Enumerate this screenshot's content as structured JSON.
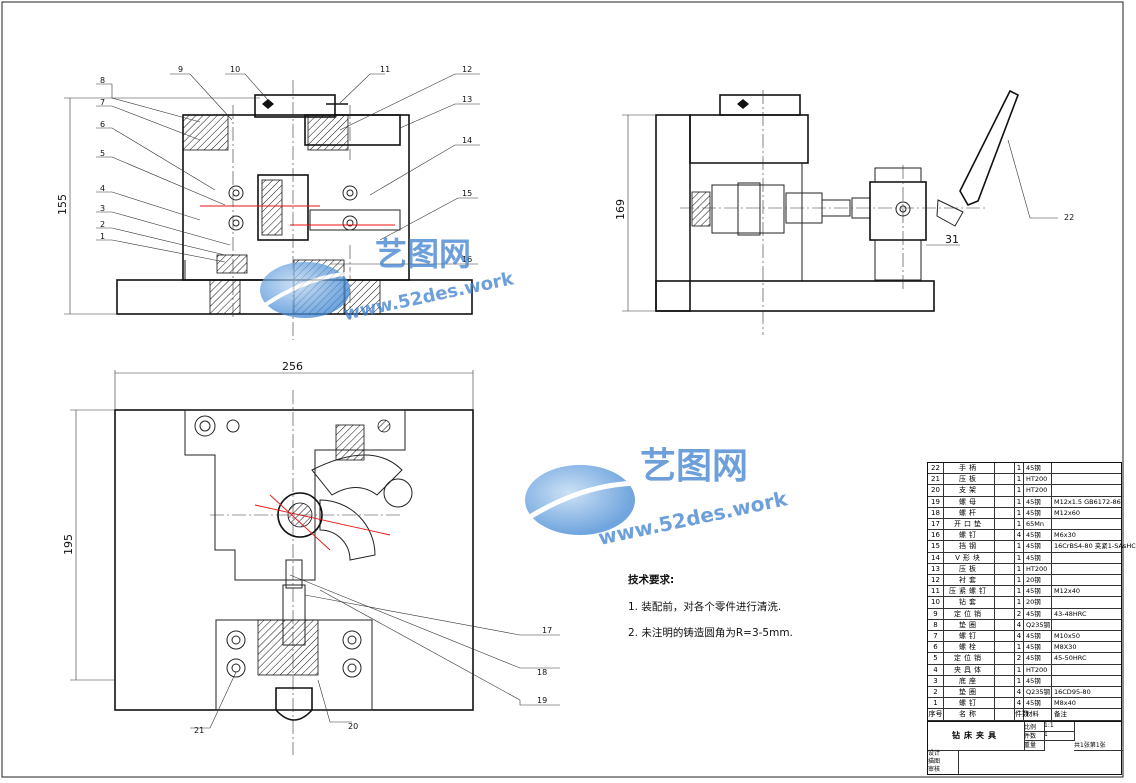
{
  "watermark": {
    "brand": "艺图网",
    "url": "www.52des.work"
  },
  "dimensions": {
    "front_height": "155",
    "side_height": "169",
    "side_offset": "31",
    "plan_width": "256",
    "plan_height": "195"
  },
  "balloons": {
    "front": [
      "1",
      "2",
      "3",
      "4",
      "5",
      "6",
      "7",
      "8",
      "9",
      "10",
      "11",
      "12",
      "13",
      "14",
      "15",
      "16"
    ],
    "side": [
      "22"
    ],
    "plan": [
      "17",
      "18",
      "19",
      "20",
      "21"
    ]
  },
  "notes": {
    "heading": "技术要求:",
    "items": [
      "1. 装配前，对各个零件进行清洗.",
      "2. 未注明的铸造圆角为R=3-5mm."
    ]
  },
  "parts_list": {
    "rows": [
      {
        "no": "22",
        "name": "手柄",
        "qty": "1",
        "material": "45钢",
        "remark": ""
      },
      {
        "no": "21",
        "name": "压板",
        "qty": "1",
        "material": "HT200",
        "remark": ""
      },
      {
        "no": "20",
        "name": "支架",
        "qty": "1",
        "material": "HT200",
        "remark": ""
      },
      {
        "no": "19",
        "name": "螺母",
        "qty": "1",
        "material": "45钢",
        "remark": "M12x1.5 GB6172-86"
      },
      {
        "no": "18",
        "name": "螺杆",
        "qty": "1",
        "material": "45钢",
        "remark": "M12x60"
      },
      {
        "no": "17",
        "name": "开口垫",
        "qty": "1",
        "material": "65Mn",
        "remark": ""
      },
      {
        "no": "16",
        "name": "螺钉",
        "qty": "4",
        "material": "45钢",
        "remark": "M6x30"
      },
      {
        "no": "15",
        "name": "挡钢",
        "qty": "1",
        "material": "45钢",
        "remark": "16CrBS4-80 夹紧1-SAsHC"
      },
      {
        "no": "14",
        "name": "V形块",
        "qty": "1",
        "material": "45钢",
        "remark": ""
      },
      {
        "no": "13",
        "name": "压板",
        "qty": "1",
        "material": "HT200",
        "remark": ""
      },
      {
        "no": "12",
        "name": "衬套",
        "qty": "1",
        "material": "20钢",
        "remark": ""
      },
      {
        "no": "11",
        "name": "压紧螺钉",
        "qty": "1",
        "material": "45钢",
        "remark": "M12x40"
      },
      {
        "no": "10",
        "name": "钻套",
        "qty": "1",
        "material": "20钢",
        "remark": ""
      },
      {
        "no": "9",
        "name": "定位销",
        "qty": "2",
        "material": "45钢",
        "remark": "43-48HRC"
      },
      {
        "no": "8",
        "name": "垫圈",
        "qty": "4",
        "material": "Q235钢",
        "remark": ""
      },
      {
        "no": "7",
        "name": "螺钉",
        "qty": "4",
        "material": "45钢",
        "remark": "M10x50"
      },
      {
        "no": "6",
        "name": "螺栓",
        "qty": "1",
        "material": "45钢",
        "remark": "M8X30"
      },
      {
        "no": "5",
        "name": "定位销",
        "qty": "2",
        "material": "45钢",
        "remark": "45-50HRC"
      },
      {
        "no": "4",
        "name": "夹具体",
        "qty": "1",
        "material": "HT200",
        "remark": ""
      },
      {
        "no": "3",
        "name": "底座",
        "qty": "1",
        "material": "45钢",
        "remark": ""
      },
      {
        "no": "2",
        "name": "垫圈",
        "qty": "4",
        "material": "Q235钢",
        "remark": "16CD95-80"
      },
      {
        "no": "1",
        "name": "螺钉",
        "qty": "4",
        "material": "45钢",
        "remark": "M8x40"
      }
    ],
    "header": {
      "no": "序号",
      "name": "名称",
      "qty": "件数",
      "material": "材料",
      "remark": "备注"
    }
  },
  "title_block": {
    "title": "钻床夹具",
    "scale_label": "比例",
    "scale": "1:1",
    "count_label": "件数",
    "count": "1",
    "weight_label": "重量",
    "sheets": "共1张第1张",
    "design": "设计",
    "draw": "描图",
    "check": "审核"
  }
}
